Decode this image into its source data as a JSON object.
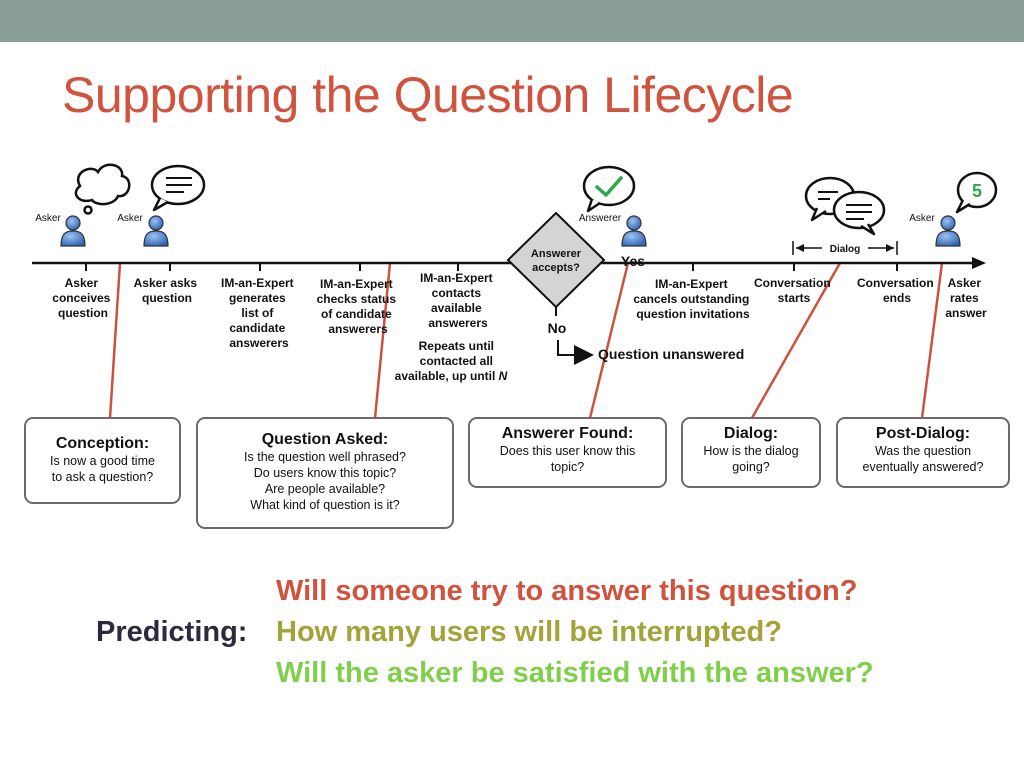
{
  "slide": {
    "title": "Supporting the Question Lifecycle"
  },
  "diagram": {
    "person_labels": [
      "Asker",
      "Asker",
      "Answerer",
      "Asker"
    ],
    "decision": {
      "line1": "Answerer",
      "line2": "accepts?"
    },
    "yes": "Yes",
    "no": "No",
    "unanswered": "Question unanswered",
    "dialog_span": "Dialog",
    "rating_value": "5",
    "steps": [
      [
        "Asker",
        "conceives",
        "question"
      ],
      [
        "Asker asks",
        "question"
      ],
      [
        "IM-an-Expert",
        "generates",
        "list of",
        "candidate",
        "answerers"
      ],
      [
        "IM-an-Expert",
        "checks status",
        "of candidate",
        "answerers"
      ],
      [
        "IM-an-Expert",
        "contacts",
        "available",
        "answerers"
      ],
      [
        "IM-an-Expert",
        "cancels outstanding",
        "question invitations"
      ],
      [
        "Conversation",
        "starts"
      ],
      [
        "Conversation",
        "ends"
      ],
      [
        "Asker",
        "rates",
        "answer"
      ]
    ],
    "repeat_note": [
      "Repeats until",
      "contacted all",
      "available, up until "
    ],
    "repeat_note_var": "N",
    "colors": {
      "connector": "#c9533e",
      "person": "#4d7fc9",
      "check": "#2aa84a",
      "rating": "#2aa84a"
    }
  },
  "stages": [
    {
      "title": "Conception:",
      "lines": [
        "Is now a good time",
        "to ask a question?"
      ]
    },
    {
      "title": "Question Asked:",
      "lines": [
        "Is the question well phrased?",
        "Do users know this topic?",
        "Are people available?",
        "What kind of question is it?"
      ]
    },
    {
      "title": "Answerer Found:",
      "lines": [
        "Does this user know this",
        "topic?"
      ]
    },
    {
      "title": "Dialog:",
      "lines": [
        "How is the dialog",
        "going?"
      ]
    },
    {
      "title": "Post-Dialog:",
      "lines": [
        "Was the question",
        "eventually answered?"
      ]
    }
  ],
  "predicting": {
    "label": "Predicting:",
    "questions": [
      {
        "text": "Will someone try to answer this question?",
        "color": "#d0533d"
      },
      {
        "text": "How many users will be interrupted?",
        "color": "#a3a33a"
      },
      {
        "text": "Will the asker be satisfied with the answer?",
        "color": "#7fcf4a"
      }
    ]
  }
}
